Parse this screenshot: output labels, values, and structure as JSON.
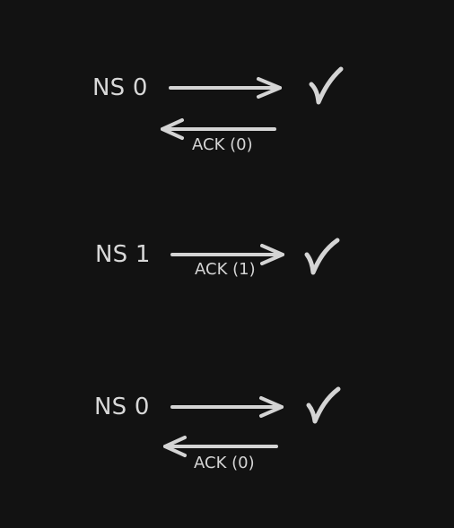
{
  "colors": {
    "background": "#121212",
    "stroke": "#d4d4d4"
  },
  "rows": [
    {
      "frame": "NS 0",
      "ack": "ACK (0)",
      "frame_arrow": "right",
      "ack_arrow": "left",
      "status_icon": "checkmark-icon"
    },
    {
      "frame": "NS 1",
      "ack": "ACK (1)",
      "frame_arrow": "right",
      "ack_arrow": "none",
      "status_icon": "checkmark-icon"
    },
    {
      "frame": "NS 0",
      "ack": "ACK (0)",
      "frame_arrow": "right",
      "ack_arrow": "left",
      "status_icon": "checkmark-icon"
    }
  ]
}
